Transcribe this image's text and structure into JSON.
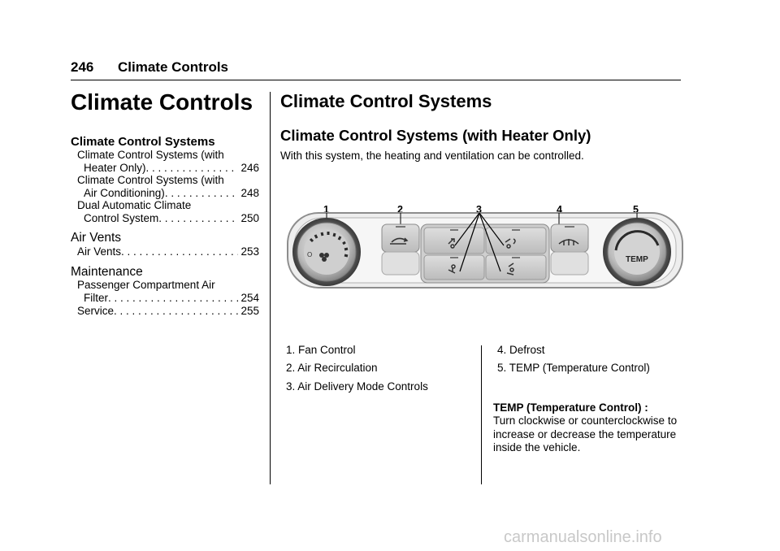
{
  "header": {
    "page_number": "246",
    "section": "Climate Controls"
  },
  "toc": {
    "title": "Climate Controls",
    "sections": [
      {
        "title": "Climate Control Systems",
        "entries": [
          {
            "line1": "Climate Control Systems (with",
            "line2": "Heater Only)",
            "page": "246"
          },
          {
            "line1": "Climate Control Systems (with",
            "line2": "Air Conditioning)",
            "page": "248"
          },
          {
            "line1": "Dual Automatic Climate",
            "line2": "Control System",
            "page": "250"
          }
        ]
      },
      {
        "title": "Air Vents",
        "entries": [
          {
            "line1": "Air Vents",
            "page": "253"
          }
        ]
      },
      {
        "title": "Maintenance",
        "entries": [
          {
            "line1": "Passenger Compartment Air",
            "line2": "Filter",
            "page": "254"
          },
          {
            "line1": "Service",
            "page": "255"
          }
        ]
      }
    ]
  },
  "main": {
    "heading": "Climate Control Systems",
    "subheading": "Climate Control Systems (with Heater Only)",
    "intro": "With this system, the heating and ventilation can be controlled.",
    "callouts": [
      "1",
      "2",
      "3",
      "4",
      "5"
    ],
    "panel": {
      "knob_label": "TEMP",
      "knob_mark": "O"
    },
    "captions": [
      "1. Fan Control",
      "2. Air Recirculation",
      "3. Air Delivery Mode Controls",
      "4. Defrost",
      "5. TEMP (Temperature Control)"
    ],
    "description_title": "TEMP (Temperature Control) :",
    "description_body": "Turn clockwise or counterclockwise to increase or decrease the temperature inside the vehicle."
  },
  "watermark": "carmanualsonline.info"
}
